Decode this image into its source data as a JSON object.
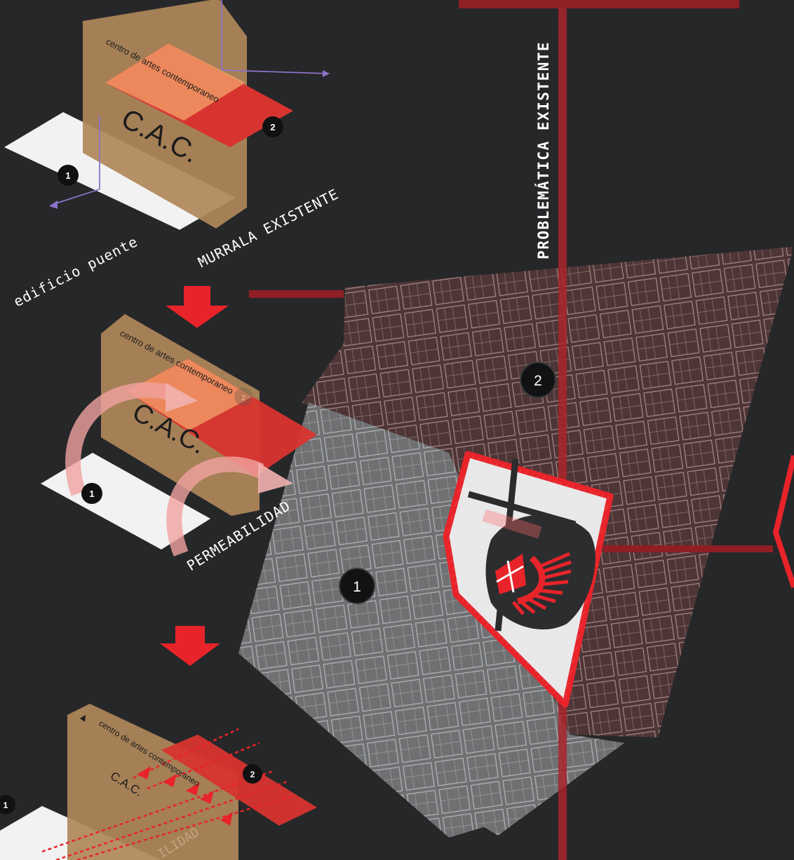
{
  "labels": {
    "problematica": "PROBLEMÁTICA EXISTENTE",
    "murrala": "MURRALA EXISTENTE",
    "edificio": "edificio puente",
    "permeabilidad": "PERMEABILIDAD",
    "permeabilidad_faded": "ILIDAD"
  },
  "panels": [
    {
      "subtitle": "centro de artes contemporaneo",
      "title": "C.A.C.",
      "num1": "1",
      "num2": "2"
    },
    {
      "subtitle": "centro de artes contemporaneo",
      "title": "C.A.C.",
      "num1": "1",
      "num2": "2"
    },
    {
      "subtitle": "centro de artes contemporaneo",
      "title": "C.A.C.",
      "num1": "1",
      "num2": "2"
    }
  ],
  "map": {
    "zone1": "1",
    "zone2": "2"
  },
  "colors": {
    "background": "#262729",
    "accent_red": "#e8242a",
    "wall_tan": "#b0875a",
    "zone2_fill": "#4e3536",
    "zone1_fill": "#6d6f71"
  }
}
